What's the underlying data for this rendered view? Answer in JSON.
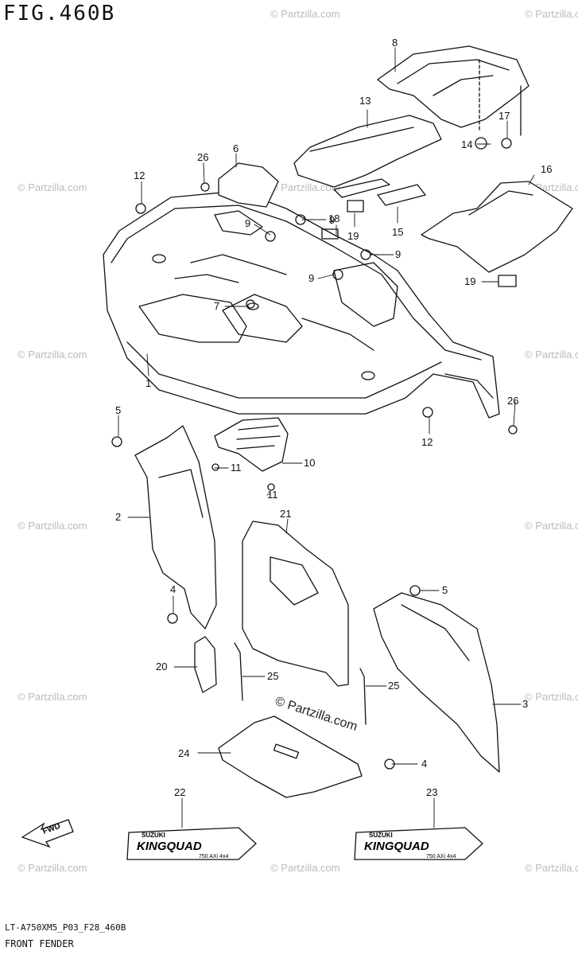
{
  "figure": {
    "title": "FIG.460B",
    "code": "LT-A750XM5_P03_F28_460B",
    "name": "FRONT FENDER"
  },
  "watermark": {
    "text": "© Partzilla.com",
    "main_text": "© Partzilla.com"
  },
  "fwd_arrow": {
    "label": "FWD"
  },
  "decals": {
    "left": {
      "brand": "SUZUKI",
      "model": "KINGQUAD",
      "sub": "750 AXi 4x4"
    },
    "right": {
      "brand": "SUZUKI",
      "model": "KINGQUAD",
      "sub": "750 AXi 4x4"
    }
  },
  "callouts": [
    {
      "id": "c1",
      "label": "1"
    },
    {
      "id": "c2",
      "label": "2"
    },
    {
      "id": "c3",
      "label": "3"
    },
    {
      "id": "c4a",
      "label": "4"
    },
    {
      "id": "c4b",
      "label": "4"
    },
    {
      "id": "c5a",
      "label": "5"
    },
    {
      "id": "c5b",
      "label": "5"
    },
    {
      "id": "c6",
      "label": "6"
    },
    {
      "id": "c7",
      "label": "7"
    },
    {
      "id": "c8",
      "label": "8"
    },
    {
      "id": "c9a",
      "label": "9"
    },
    {
      "id": "c9b",
      "label": "9"
    },
    {
      "id": "c9c",
      "label": "9"
    },
    {
      "id": "c9d",
      "label": "9"
    },
    {
      "id": "c10",
      "label": "10"
    },
    {
      "id": "c11a",
      "label": "11"
    },
    {
      "id": "c11b",
      "label": "11"
    },
    {
      "id": "c12a",
      "label": "12"
    },
    {
      "id": "c12b",
      "label": "12"
    },
    {
      "id": "c13",
      "label": "13"
    },
    {
      "id": "c14",
      "label": "14"
    },
    {
      "id": "c15",
      "label": "15"
    },
    {
      "id": "c16",
      "label": "16"
    },
    {
      "id": "c17",
      "label": "17"
    },
    {
      "id": "c18",
      "label": "18"
    },
    {
      "id": "c19a",
      "label": "19"
    },
    {
      "id": "c19b",
      "label": "19"
    },
    {
      "id": "c20",
      "label": "20"
    },
    {
      "id": "c21",
      "label": "21"
    },
    {
      "id": "c22",
      "label": "22"
    },
    {
      "id": "c23",
      "label": "23"
    },
    {
      "id": "c24",
      "label": "24"
    },
    {
      "id": "c25a",
      "label": "25"
    },
    {
      "id": "c25b",
      "label": "25"
    },
    {
      "id": "c26a",
      "label": "26"
    },
    {
      "id": "c26b",
      "label": "26"
    }
  ]
}
